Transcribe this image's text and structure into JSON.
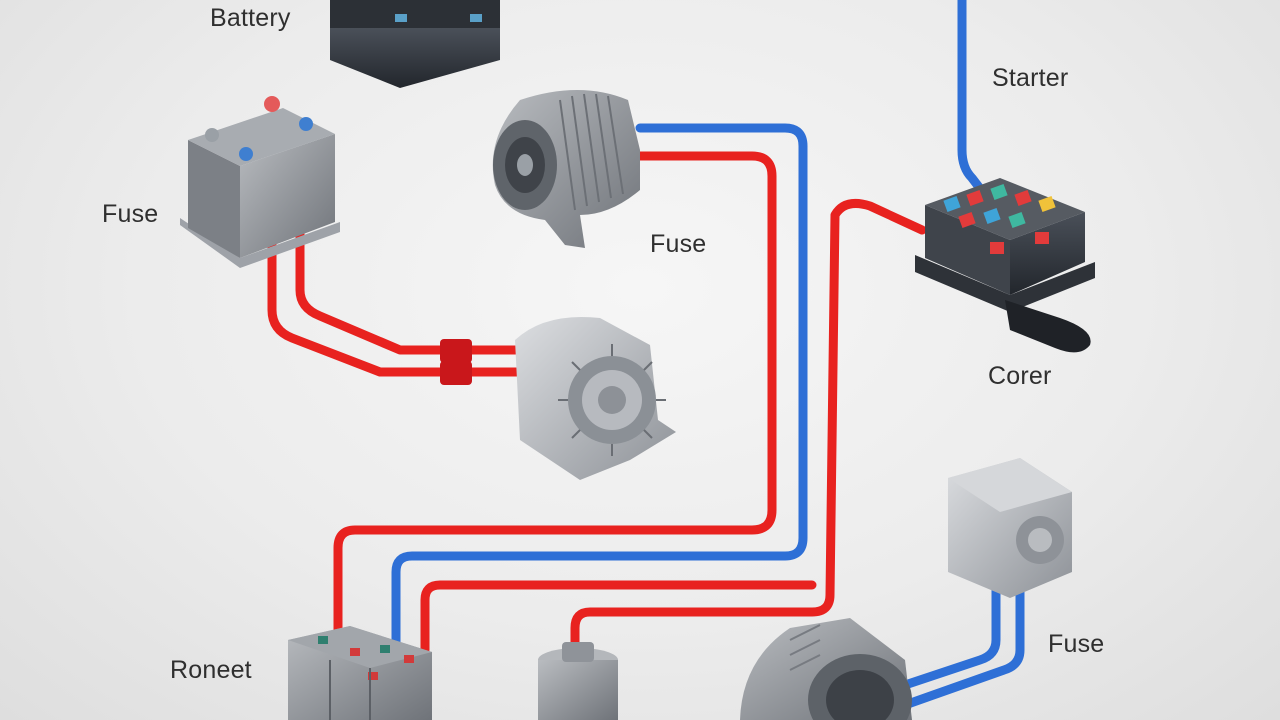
{
  "labels": {
    "battery": "Battery",
    "fuse_left": "Fuse",
    "fuse_center": "Fuse",
    "starter": "Starter",
    "corer": "Corer",
    "fuse_right": "Fuse",
    "roneet": "Roneet"
  },
  "colors": {
    "positive_wire": "#e8221f",
    "negative_wire": "#2e6fd6",
    "component_gray": "#8a8e94",
    "dark_housing": "#3a3f47"
  }
}
